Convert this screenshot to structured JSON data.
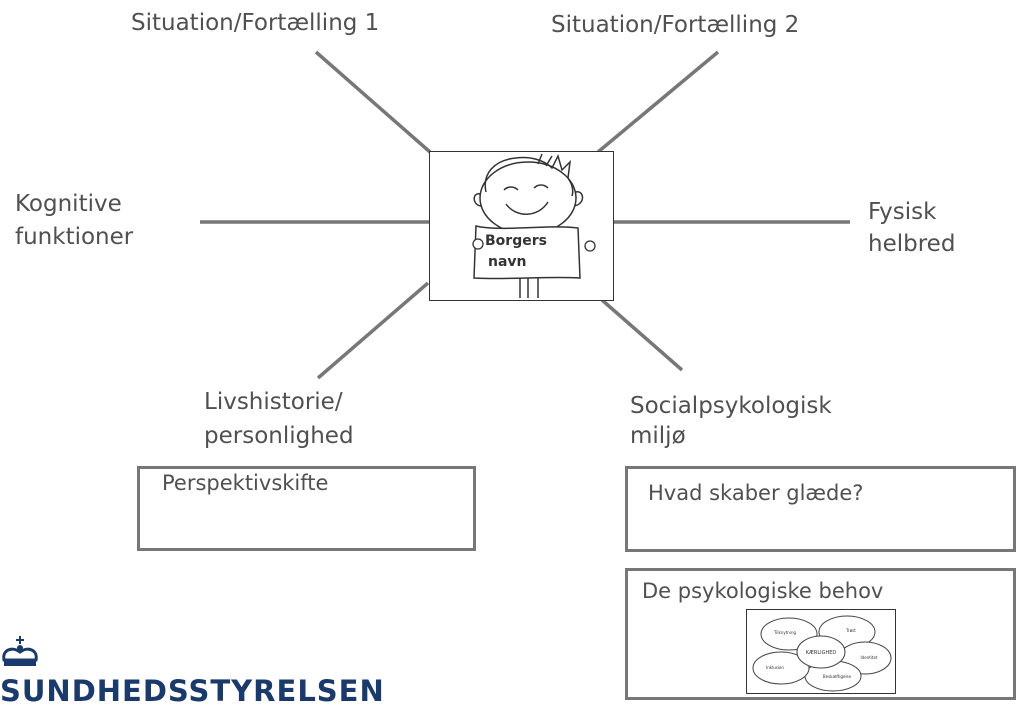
{
  "labels": {
    "situation1": "Situation/Fortælling 1",
    "situation2": "Situation/Fortælling 2",
    "kognitive_line1": "Kognitive",
    "kognitive_line2": "funktioner",
    "fysisk_line1": "Fysisk",
    "fysisk_line2": "helbred",
    "livshistorie_line1": "Livshistorie/",
    "livshistorie_line2": "personlighed",
    "social_line1": "Socialpsykologisk",
    "social_line2": "miljø"
  },
  "center": {
    "sign_line1": "Borgers",
    "sign_line2": "navn"
  },
  "boxes": {
    "perspektiv": "Perspektivskifte",
    "glaede": "Hvad skaber glæde?",
    "behov": "De psykologiske behov"
  },
  "mini_diagram": {
    "center": "KÆRLIGHED",
    "petals": [
      "Tilknytning",
      "Trøst",
      "Identitet",
      "Beskæftigelse",
      "Inklusion"
    ]
  },
  "logo": {
    "text": "SUNDHEDSSTYRELSEN"
  }
}
